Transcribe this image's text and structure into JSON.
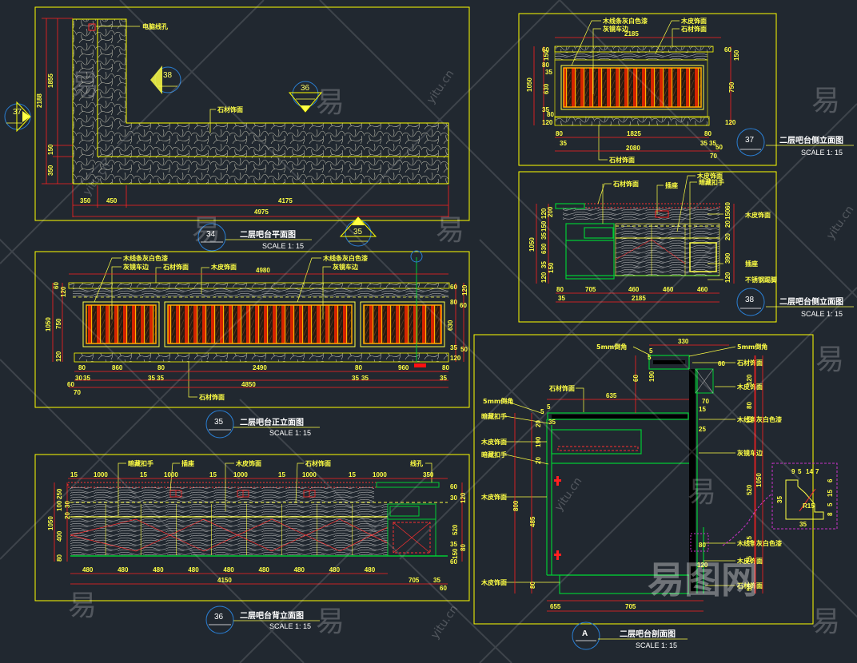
{
  "colors": {
    "background": "#212830",
    "frame": "#ffff00",
    "dimension": "#ff2020",
    "text": "#ffff44",
    "title": "#ffffff",
    "stone": "#b0b0a0",
    "panel_fill": "#cc2200",
    "panel_frame": "#ffaa00",
    "wood": "#00cc33",
    "detail": "#cc33cc",
    "circle": "#2a7fd4"
  },
  "watermark": {
    "brand": "易图网",
    "glyph": "易",
    "url": "yitu.cn"
  },
  "views": {
    "plan": {
      "number": "34",
      "title": "二层吧台平面图",
      "scale": "SCALE  1: 15",
      "labels": [
        "电脑线孔",
        "石材饰面"
      ],
      "dims_v": [
        "2188",
        "1855",
        "150",
        "350"
      ],
      "dims_h": [
        "350",
        "450",
        "4175",
        "4975"
      ],
      "markers": [
        "37",
        "38",
        "36",
        "35"
      ]
    },
    "front": {
      "number": "35",
      "title": "二层吧台正立面图",
      "scale": "SCALE  1: 15",
      "labels": [
        "木线条灰白色漆",
        "灰镜车边",
        "石材饰面",
        "木皮饰面",
        "木线条灰白色漆",
        "灰镜车边",
        "石材饰面"
      ],
      "dims_top": [
        "4980"
      ],
      "dims_left": [
        "1050",
        "60",
        "120",
        "750",
        "120"
      ],
      "dims_right": [
        "60",
        "120",
        "80",
        "60",
        "630",
        "35",
        "50",
        "120"
      ],
      "dims_bottom1": [
        "80",
        "860",
        "80",
        "2490",
        "80",
        "960",
        "80"
      ],
      "dims_bottom2": [
        "30",
        "35",
        "35",
        "35",
        "35",
        "35",
        "35"
      ],
      "dims_total": [
        "4850",
        "60",
        "70"
      ]
    },
    "back": {
      "number": "36",
      "title": "二层吧台背立面图",
      "scale": "SCALE  1: 15",
      "labels": [
        "暗藏扣手",
        "插座",
        "木皮饰面",
        "石材饰面",
        "线孔"
      ],
      "dims_top": [
        "15",
        "1000",
        "15",
        "1000",
        "15",
        "1000",
        "15",
        "1000",
        "15",
        "1000",
        "350"
      ],
      "dims_left": [
        "1050",
        "250",
        "100",
        "30",
        "20",
        "400",
        "80"
      ],
      "dims_right": [
        "60",
        "30",
        "120",
        "520",
        "35",
        "80",
        "150",
        "60"
      ],
      "dims_bottom": [
        "480",
        "480",
        "480",
        "480",
        "480",
        "480",
        "480",
        "480",
        "480"
      ],
      "dims_total": [
        "4150",
        "705",
        "35",
        "60"
      ]
    },
    "side37": {
      "number": "37",
      "title": "二层吧台侧立面图",
      "scale": "SCALE  1: 15",
      "labels": [
        "木线条灰白色漆",
        "灰镜车边",
        "木皮饰面",
        "石材饰面",
        "石材饰面"
      ],
      "dims_top": [
        "2185"
      ],
      "dims_left": [
        "1050",
        "60",
        "150",
        "80",
        "35",
        "630",
        "35",
        "80",
        "120"
      ],
      "dims_right": [
        "60",
        "150",
        "750",
        "120"
      ],
      "dims_bottom": [
        "80",
        "1825",
        "80",
        "35",
        "35",
        "35",
        "2080",
        "50",
        "70"
      ]
    },
    "side38": {
      "number": "38",
      "title": "二层吧台侧立面图",
      "scale": "SCALE  1: 15",
      "labels": [
        "石材饰面",
        "插座",
        "木皮饰面",
        "暗藏扣手",
        "木皮饰面",
        "插座",
        "不锈钢踢脚"
      ],
      "dims_left": [
        "1050",
        "120",
        "200",
        "150",
        "35",
        "630",
        "35",
        "150",
        "120"
      ],
      "dims_right": [
        "60",
        "150",
        "20",
        "20",
        "390",
        "120"
      ],
      "dims_bottom": [
        "80",
        "705",
        "460",
        "460",
        "460",
        "35",
        "2185"
      ]
    },
    "section": {
      "number": "A",
      "title": "二层吧台剖面图",
      "scale": "SCALE  1: 15",
      "labels_left": [
        "5mm倒角",
        "暗藏扣手",
        "木皮饰面",
        "暗藏扣手",
        "木皮饰面",
        "木皮饰面"
      ],
      "labels_right": [
        "5mm倒角",
        "石材饰面",
        "木皮饰面",
        "木线条灰白色漆",
        "灰镜车边",
        "木线条灰白色漆",
        "木皮饰面",
        "石材饰面"
      ],
      "label_top": "石材饰面",
      "dims": [
        "330",
        "5",
        "5",
        "60",
        "190",
        "635",
        "5",
        "5",
        "20",
        "35",
        "190",
        "20",
        "800",
        "485",
        "80",
        "60",
        "120",
        "70",
        "15",
        "80",
        "15",
        "25",
        "520",
        "1050",
        "15",
        "80",
        "15",
        "120",
        "50",
        "655",
        "705"
      ],
      "detail_dims": [
        "9",
        "5",
        "14",
        "7",
        "35",
        "6",
        "15",
        "5",
        "8",
        "R15",
        "35"
      ]
    }
  }
}
